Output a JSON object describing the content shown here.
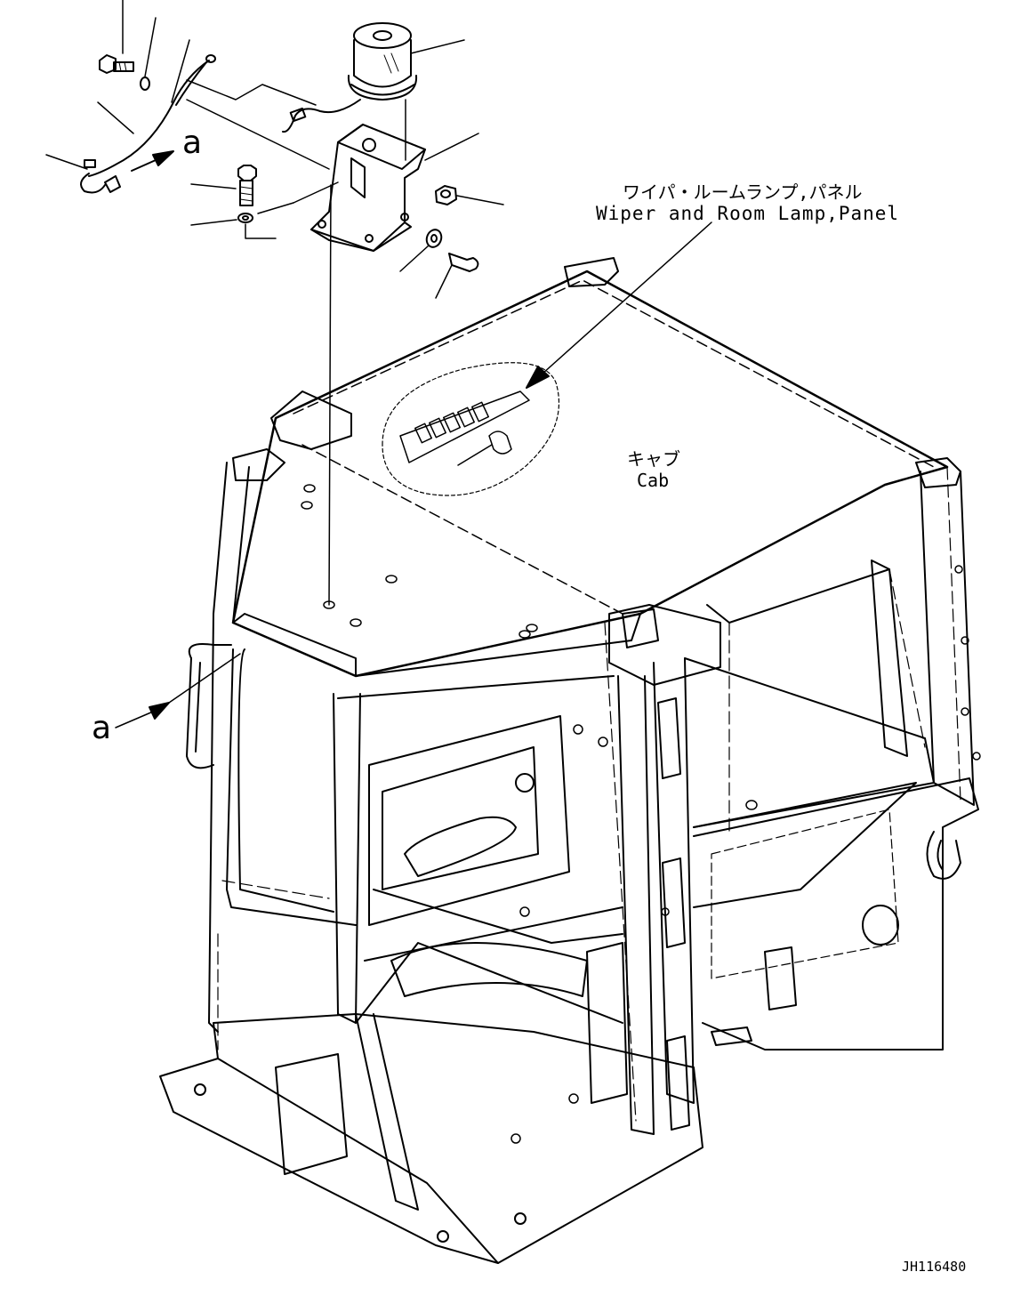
{
  "labels": {
    "wiper_panel_jp": "ワイパ・ルームランプ,パネル",
    "wiper_panel_en": "Wiper and Room Lamp,Panel",
    "cab_jp": "キャブ",
    "cab_en": "Cab",
    "view_letter_top": "a",
    "view_letter_left": "a",
    "drawing_id": "JH116480"
  }
}
